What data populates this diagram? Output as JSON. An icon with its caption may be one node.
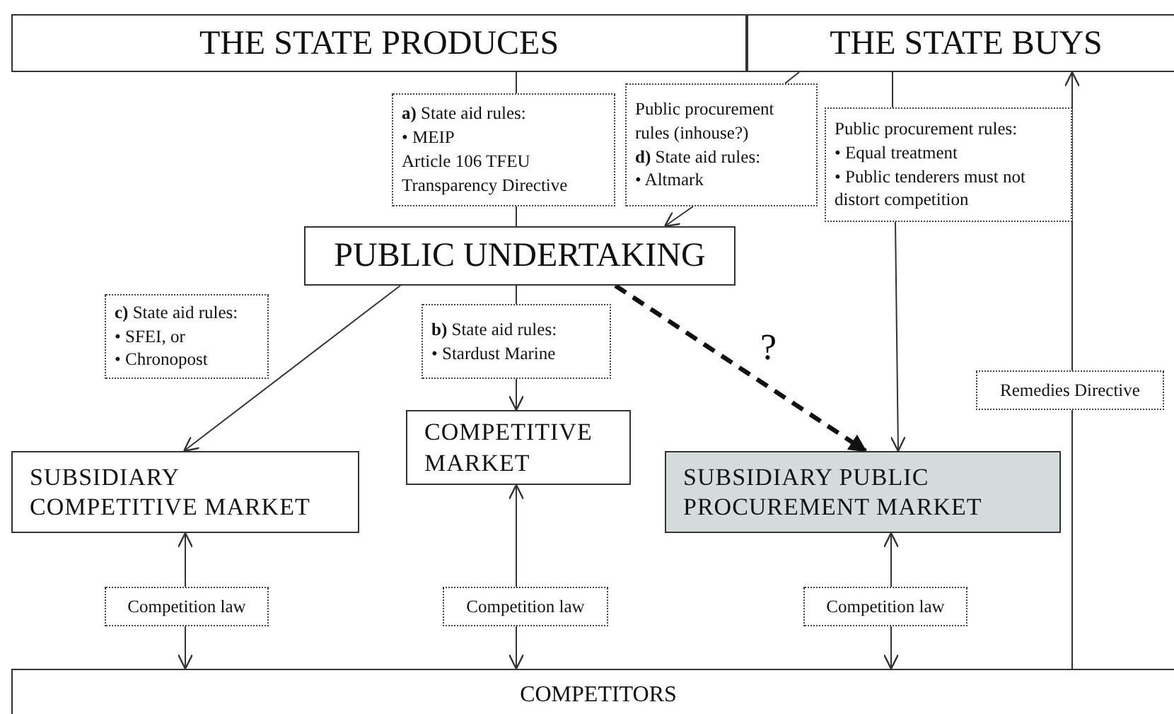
{
  "diagram": {
    "nodes": [
      {
        "text": [
          "THE STATE PRODUCES"
        ]
      },
      {
        "text": [
          "THE STATE BUYS"
        ]
      },
      {
        "text": [
          "**a)** State aid rules:",
          "• MEIP",
          "Article 106 TFEU",
          "Transparency Directive"
        ]
      },
      {
        "text": [
          "Public procurement rules (inhouse?)",
          "**d)** State aid rules:",
          "• Altmark"
        ]
      },
      {
        "text": [
          "Public procurement rules:",
          "• Equal treatment",
          "• Public tenderers must not distort competition"
        ]
      },
      {
        "text": [
          "PUBLIC UNDERTAKING"
        ]
      },
      {
        "text": [
          "**c)** State aid rules:",
          "• SFEI, or",
          "• Chronopost"
        ]
      },
      {
        "text": [
          "**b)** State aid rules:",
          "• Stardust Marine"
        ]
      },
      {
        "text": [
          "Remedies Directive"
        ]
      },
      {
        "text": [
          "COMPETITIVE MARKET"
        ]
      },
      {
        "text": [
          "SUBSIDIARY COMPETITIVE MARKET"
        ]
      },
      {
        "text": [
          "SUBSIDIARY PUBLIC PROCUREMENT MARKET"
        ]
      },
      {
        "text": [
          "Competition law"
        ]
      },
      {
        "text": [
          "Competition law"
        ]
      },
      {
        "text": [
          "Competition law"
        ]
      },
      {
        "text": [
          "COMPETITORS"
        ]
      }
    ],
    "edges": [
      {
        "from": 0,
        "to": 2,
        "arrow": "none"
      },
      {
        "from": 2,
        "to": 5,
        "arrow": "none"
      },
      {
        "from": 1,
        "to": 3,
        "arrow": "none"
      },
      {
        "from": 3,
        "to": 5,
        "arrow": "to"
      },
      {
        "from": 1,
        "to": 4,
        "arrow": "none"
      },
      {
        "from": 4,
        "to": 11,
        "arrow": "to"
      },
      {
        "from": 5,
        "to": 10,
        "arrow": "to"
      },
      {
        "from": 5,
        "to": 7,
        "arrow": "none"
      },
      {
        "from": 7,
        "to": 9,
        "arrow": "to"
      },
      {
        "from": 5,
        "to": 11,
        "arrow": "to",
        "label": "?",
        "style": "dashed"
      },
      {
        "from": 15,
        "to": 8,
        "arrow": "none"
      },
      {
        "from": 8,
        "to": 1,
        "arrow": "to"
      },
      {
        "from": 12,
        "to": 10,
        "arrow": "to"
      },
      {
        "from": 12,
        "to": 15,
        "arrow": "to"
      },
      {
        "from": 13,
        "to": 9,
        "arrow": "to"
      },
      {
        "from": 13,
        "to": 15,
        "arrow": "to"
      },
      {
        "from": 14,
        "to": 11,
        "arrow": "to"
      },
      {
        "from": 14,
        "to": 15,
        "arrow": "to"
      }
    ]
  }
}
